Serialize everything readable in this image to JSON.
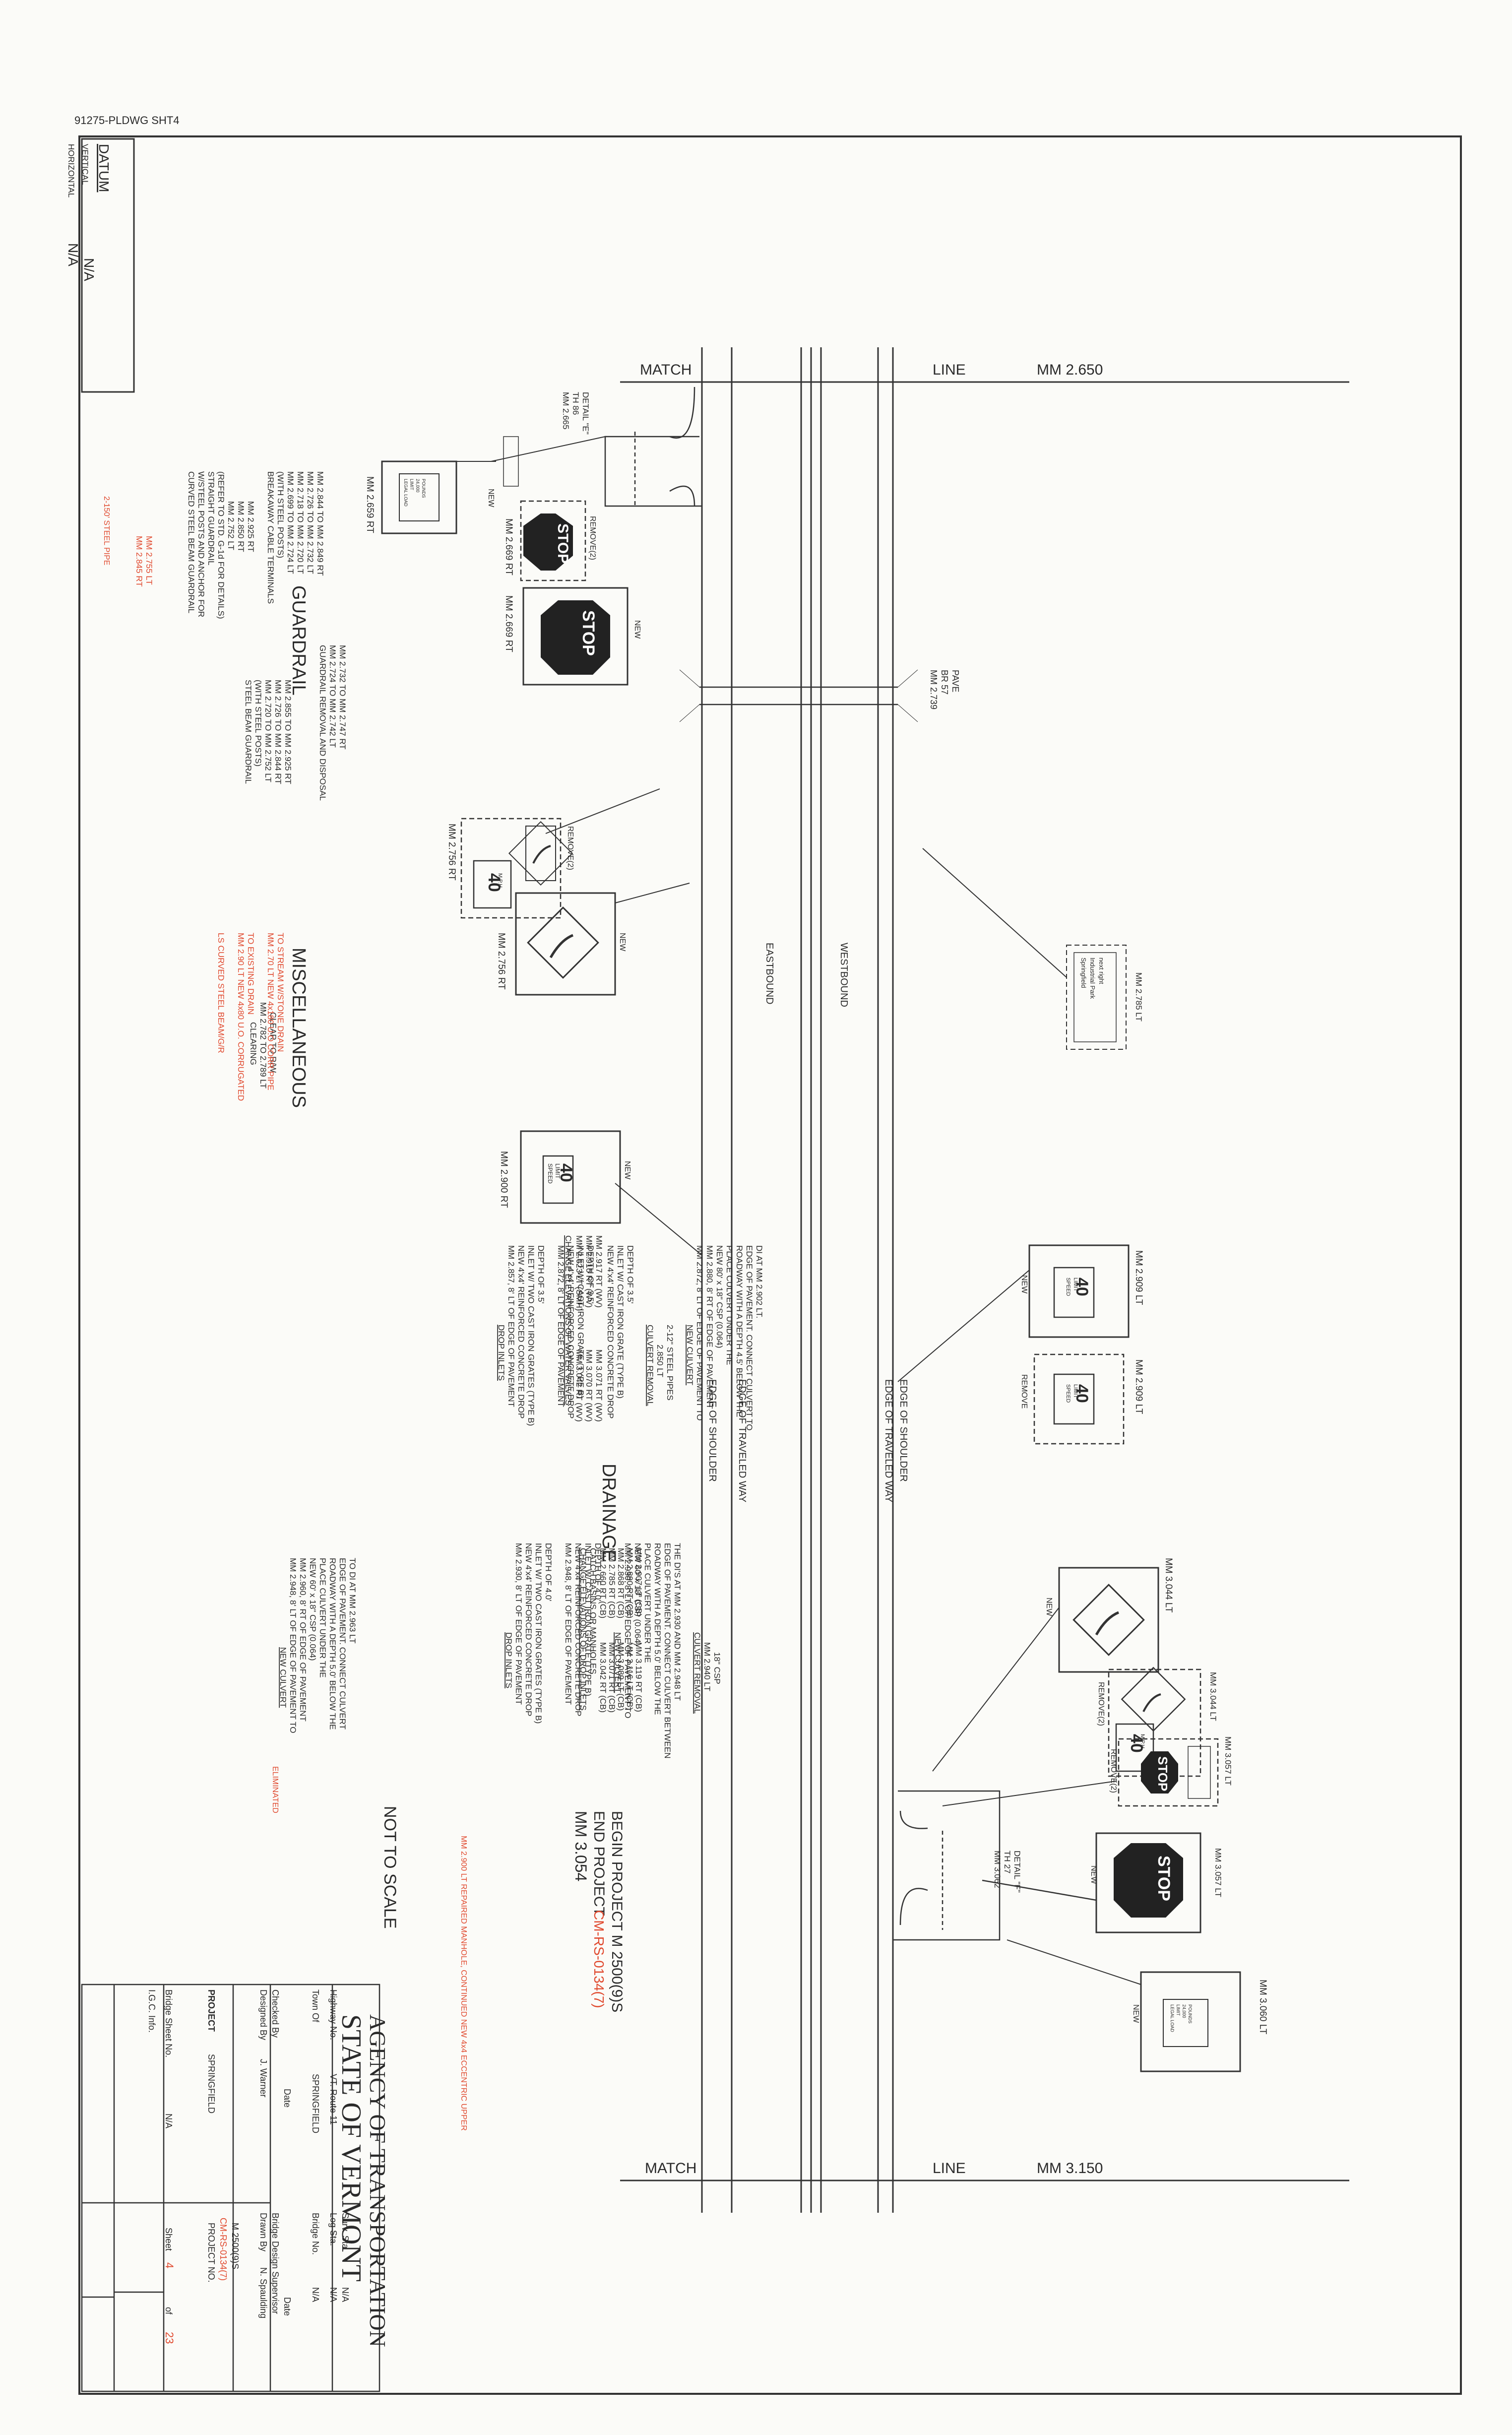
{
  "file_ref": "91275-PLDWG SHT4",
  "datum": {
    "title": "DATUM",
    "vertical_label": "VERTICAL",
    "vertical_value": "N/A",
    "horizontal_label": "HORIZONTAL",
    "horizontal_value": "N/A"
  },
  "match_top": {
    "left": "MATCH",
    "right": "LINE",
    "mm": "MM 2.650"
  },
  "match_bottom": {
    "left": "MATCH",
    "right": "LINE",
    "mm": "MM 3.150"
  },
  "road": {
    "eastbound": "EASTBOUND",
    "westbound": "WESTBOUND",
    "edge_shoulder_1": "EDGE OF SHOULDER",
    "edge_traveled_1": "EDGE OF TRAVELED WAY",
    "edge_traveled_2": "EDGE OF TRAVELED WAY",
    "edge_shoulder_2": "EDGE OF SHOULDER"
  },
  "bridge_label": [
    "PAVE",
    "BR 57",
    "MM 2.739"
  ],
  "details": {
    "e": [
      "DETAIL \"E\"",
      "TH 86",
      "MM 2.665"
    ],
    "f": [
      "DETAIL \"F\"",
      "TH 27",
      "MM 3.062"
    ]
  },
  "signs": {
    "weight_limit_text": [
      "LEGAL LOAD",
      "LIMIT",
      "24,000",
      "POUNDS"
    ],
    "stop": "STOP",
    "speed_limit_text": [
      "SPEED",
      "LIMIT"
    ],
    "speed_value": "40",
    "mph": "M.P.H.",
    "mm_2659": "MM 2.659 RT",
    "mm_2669a": "MM 2.669 RT",
    "mm_2669b": "MM 2.669 RT",
    "mm_2756a": "MM 2.756 RT",
    "mm_2756b": "MM 2.756 RT",
    "mm_2785": "MM 2.785 LT",
    "mm_2900": "MM 2.900 RT",
    "mm_2909a": "MM 2.909 LT",
    "mm_2909b": "MM 2.909 LT",
    "mm_3044a": "MM 3.044 LT",
    "mm_3044b": "MM 3.044 LT",
    "mm_3057a": "MM 3.057 LT",
    "mm_3057b": "MM 3.057 LT",
    "mm_3060": "MM 3.060 LT",
    "new": "NEW",
    "remove": "REMOVE",
    "remove2": "REMOVE(2)",
    "info_text": [
      "Springfield",
      "Industrial Park",
      "next right"
    ]
  },
  "guardrail": {
    "title": "GUARDRAIL",
    "left_block": [
      "CURVED STEEL BEAM GUARDRAIL",
      "W/STEEL POSTS AND ANCHOR FOR",
      "STRAIGHT GUARDRAIL",
      "(REFER TO STD. G-1d FOR DETAILS)",
      "MM 2.752 LT",
      "MM 2.850 RT",
      "MM 2.925 RT",
      "BREAKAWAY CABLE TERMINALS",
      "(WITH STEEL POSTS)",
      "MM 2.699 TO MM 2.724 LT",
      "MM 2.718 TO MM 2.720 LT",
      "MM 2.726 TO MM 2.732 LT",
      "MM 2.844 TO MM 2.849 RT"
    ],
    "right_block": [
      "STEEL BEAM GUARDRAIL",
      "(WITH STEEL POSTS)",
      "MM 2.720 TO MM 2.752 LT",
      "MM 2.726 TO MM 2.844 RT",
      "MM 2.855 TO MM 2.925 RT",
      "GUARDRAIL REMOVAL AND DISPOSAL",
      "MM 2.724 TO MM 2.742 LT",
      "MM 2.732 TO MM 2.747 RT"
    ],
    "notes_red": [
      "MM 2.755 LT",
      "MM 2.845 RT",
      "2-150' STEEL PIPE"
    ]
  },
  "misc": {
    "title": "MISCELLANEOUS",
    "block": [
      "CLEARING",
      "MM 2.782 TO 2.789 LT",
      "CLEAR TO R/W"
    ],
    "red_notes": [
      "LS CURVED STEEL BEAM/G/R",
      "MM 2.90 LT NEW 4x80 U.O. CORRUGATED",
      "TO EXISTING DRAIN",
      "MM 2.70 LT  NEW 4x180 U.O CORR PIPE",
      "TO STREAM W/STONE DRAIN"
    ]
  },
  "drainage": {
    "title": "DRAINAGE",
    "mh_title": "CHANGE ELEVATIONS OF WATER VALVES",
    "mh_rows": [
      "MM 2.623 LT (SMH)",
      "MM 2.915 RT (WV)",
      "MM 2.917 RT (WV)",
      "MM 3.042 RT (WV)",
      "MM 3.070 RT (WV)",
      "MM 3.071 RT (WV)"
    ],
    "inlets_title": "DROP INLETS",
    "inlets_text": [
      "NEW 4'x4' REINFORCED CONCRETE DROP",
      "INLET W/ TWO CAST IRON GRATES (TYPE B)",
      "DEPTH OF 3.5'"
    ],
    "culvert_1": [
      "MM 2.857, 8' LT OF EDGE OF PAVEMENT",
      "NEW 4'x4' REINFORCED CONCRETE DROP",
      "INLET W/ CAST IRON GRATE (TYPE B)",
      "DEPTH OF 3.5'"
    ],
    "culvert_2": [
      "MM 2.872, 8' LT OF EDGE OF PAVEMENT",
      "NEW 4'x4' REINFORCED CONCRETE DROP",
      "INLET W/ CAST IRON GRATE (TYPE B)",
      "DEPTH OF 3.5'"
    ],
    "culvert_removal": [
      "CULVERT REMOVAL",
      "2.850 LT",
      "2-12\" STEEL PIPES"
    ],
    "new_culvert": [
      "NEW CULVERT",
      "MM 2.872, 8' LT OF EDGE OF PAVEMENT TO",
      "MM 2.880, 8' RT OF EDGE OF PAVEMENT",
      "NEW 80' x 18\" CSP (0.064)",
      "PLACE CULVERT UNDER THE",
      "ROADWAY WITH A DEPTH 4.5' BELOW THE",
      "EDGE OF PAVEMENT. CONNECT CULVERT TO",
      "DI AT MM 2.902 LT."
    ],
    "right_title": "CHANGE ELEVATIONS OF DROP INLETS",
    "right_sub": "CATCH BASINS OR MANHOLES",
    "right_rows": [
      "MM 2.660 RT (CB)",
      "MM 2.785 RT (CB)",
      "MM 2.868 RT (CB)",
      "MM 2.890 RT (CB)",
      "MM 2.907 LT (CB)",
      "MM 3.042 RT (CB)",
      "MM 3.071 RT (CB)",
      "MM 3.089 LT (CB)",
      "MM 3.116 LT (CB)",
      "MM 3.119 RT (CB)"
    ],
    "right_inlets": [
      "DROP INLETS",
      "MM 2.930, 8' LT OF EDGE OF PAVEMENT",
      "NEW 4'x4' REINFORCED CONCRETE DROP",
      "INLET W/ TWO CAST IRON GRATES (TYPE B)",
      "DEPTH OF 4.0'"
    ],
    "right_more": [
      "MM 2.948, 8' LT OF EDGE OF PAVEMENT",
      "NEW 4'x4' REINFORCED CONCRETE DROP",
      "INLET W/ CAST IRON GRATE (TYPE B)",
      "DEPTH OF 4.0'",
      "NEW CULVERT",
      "MM 2.930, 8' LT OF EDGE OF PAVEMENT TO",
      "NEW 60' x 18\" CSP (0.064)",
      "PLACE CULVERT UNDER THE",
      "ROADWAY WITH A DEPTH 5.0' BELOW THE",
      "EDGE OF PAVEMENT. CONNECT CULVERT BETWEEN",
      "THE DI'S AT MM 2.930 AND MM 2.948 LT",
      "CULVERT REMOVAL",
      "MM 2.940 LT",
      "18\" CSP"
    ],
    "right_new_culvert": [
      "NEW CULVERT",
      "MM 2.948, 8' LT OF EDGE OF PAVEMENT TO",
      "MM 2.960, 8' RT OF EDGE OF PAVEMENT",
      "NEW 60' x 18\" CSP (0.064)",
      "PLACE CULVERT UNDER THE",
      "ROADWAY WITH A DEPTH 5.0' BELOW THE",
      "EDGE OF PAVEMENT. CONNECT CULVERT",
      "TO DI AT MM 2.963 LT"
    ],
    "red_notes": [
      "ELIMINATED",
      "MM 2.900 LT REPAIRED MANHOLE, CONTINUED NEW 4x4 ECCENTRIC UPPER"
    ]
  },
  "project": {
    "mm": "MM 3.054",
    "line1": "END PROJECT",
    "line1_red": "CM-RS-0134(7)",
    "line2": "BEGIN PROJECT M 2500(9)S",
    "not_to_scale": "NOT TO SCALE"
  },
  "title_block": {
    "state": "STATE OF VERMONT",
    "agency": "AGENCY OF TRANSPORTATION",
    "designed_label": "Designed By",
    "designed_value": "J. Warner",
    "checked_label": "Checked By",
    "checked_value": "",
    "date_label": "Date",
    "drawn_label": "Drawn By",
    "drawn_value": "N. Spaulding",
    "bridge_supervisor": "Bridge Design Supervisor",
    "date2_label": "Date",
    "town_label": "Town Of",
    "town_value": "SPRINGFIELD",
    "bridge_no_label": "Bridge No.",
    "bridge_no_value": "N/A",
    "highway_label": "Highway No.",
    "highway_value": "VT. Route 11",
    "log_sta_label": "Log Sta.",
    "log_sta_value": "N/A",
    "surv_sta_label": "Surv. Sta.",
    "surv_sta_value": "N/A",
    "project_label": "PROJECT",
    "project_value": "SPRINGFIELD",
    "project_no_label": "PROJECT NO.",
    "project_no_red": "CM-RS-0134(7)",
    "project_no_value": "M 2500(9)S",
    "igc_label": "I.G.C. Info.",
    "bridge_sheet_label": "Bridge Sheet No.",
    "bridge_sheet_value": "N/A",
    "sheet_label": "Sheet",
    "sheet_value": "4",
    "of_label": "of",
    "of_value": "23"
  }
}
